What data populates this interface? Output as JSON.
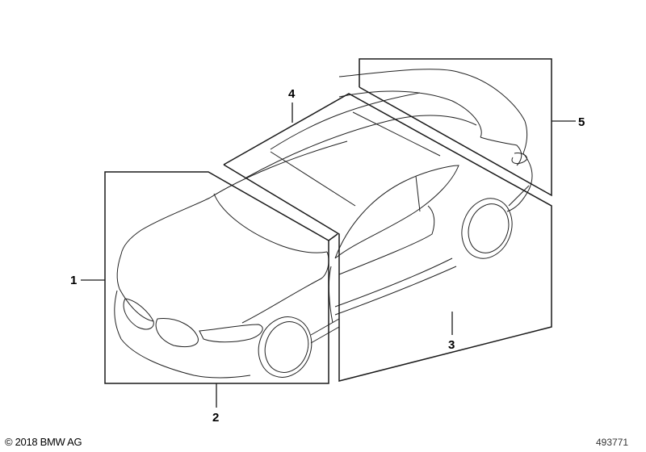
{
  "diagram": {
    "subject": "BMW coupe body parts overview (isometric line drawing)",
    "callouts": [
      {
        "id": "1",
        "label": "1",
        "region": "front end / bumper & hood"
      },
      {
        "id": "2",
        "label": "2",
        "region": "front section lower frame"
      },
      {
        "id": "3",
        "label": "3",
        "region": "side / doors & sill"
      },
      {
        "id": "4",
        "label": "4",
        "region": "roof"
      },
      {
        "id": "5",
        "label": "5",
        "region": "rear / trunk lid"
      }
    ]
  },
  "footer": {
    "copyright": "© 2018 BMW AG",
    "image_number": "493771"
  },
  "colors": {
    "line": "#000000",
    "frame": "#1a1a1a",
    "background": "#ffffff"
  }
}
